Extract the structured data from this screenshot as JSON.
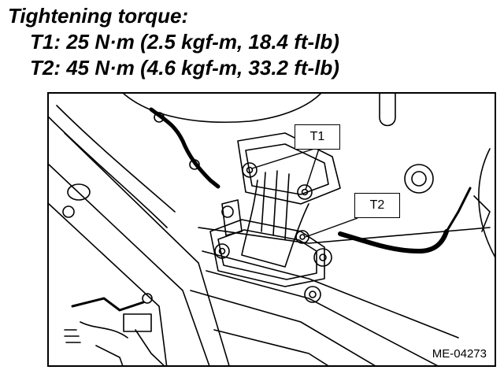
{
  "spec": {
    "title": "Tightening torque:",
    "t1": "T1: 25 N·m (2.5 kgf-m, 18.4 ft-lb)",
    "t2": "T2: 45 N·m (4.6 kgf-m, 33.2 ft-lb)"
  },
  "diagram": {
    "callout_t1": "T1",
    "callout_t2": "T2",
    "code": "ME-04273"
  }
}
